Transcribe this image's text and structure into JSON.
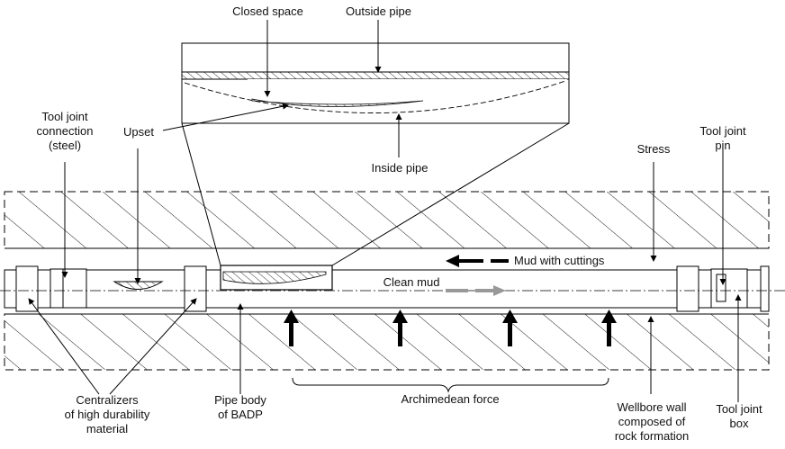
{
  "labels": {
    "closed_space": "Closed space",
    "outside_pipe": "Outside pipe",
    "tool_joint_connection": "Tool joint\nconnection\n(steel)",
    "upset": "Upset",
    "inside_pipe": "Inside pipe",
    "stress": "Stress",
    "tool_joint_pin": "Tool joint\npin",
    "mud_with_cuttings": "Mud with cuttings",
    "clean_mud": "Clean mud",
    "centralizers": "Centralizers\nof high durability\nmaterial",
    "pipe_body": "Pipe body\nof BADP",
    "archimedean_force": "Archimedean force",
    "wellbore_wall": "Wellbore wall\ncomposed of\nrock formation",
    "tool_joint_box": "Tool joint\nbox"
  },
  "colors": {
    "line": "#000000",
    "clean_mud_arrow": "#999999",
    "background": "#ffffff"
  }
}
